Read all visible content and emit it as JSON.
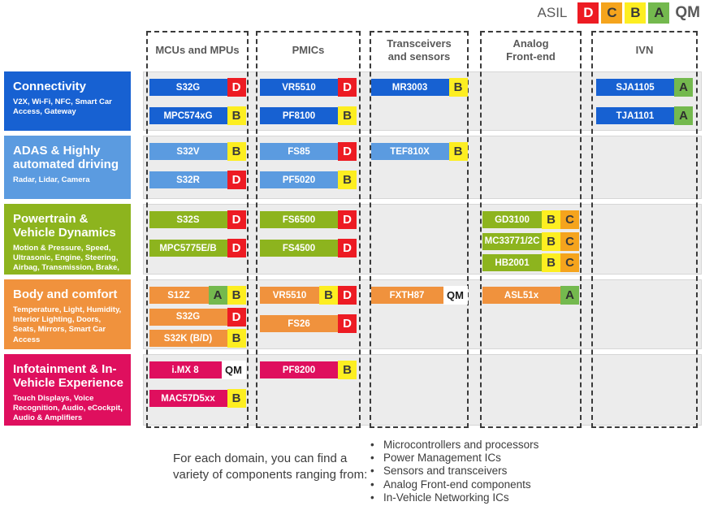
{
  "legend": {
    "label": "ASIL",
    "items": [
      "D",
      "C",
      "B",
      "A",
      "QM"
    ]
  },
  "asil_colors": {
    "D": {
      "bg": "#ed1b23",
      "fg": "#ffffff"
    },
    "C": {
      "bg": "#f5a41d",
      "fg": "#3a3a3a"
    },
    "B": {
      "bg": "#fdee21",
      "fg": "#3a3a3a"
    },
    "A": {
      "bg": "#74b94e",
      "fg": "#2f2f2f"
    },
    "QM": {
      "bg": "#ffffff",
      "fg": "#1a1a1a"
    }
  },
  "columns": [
    {
      "id": "mcus",
      "label": "MCUs and MPUs"
    },
    {
      "id": "pmics",
      "label": "PMICs"
    },
    {
      "id": "transceivers",
      "label": "Transceivers\nand sensors"
    },
    {
      "id": "afe",
      "label": "Analog\nFront-end"
    },
    {
      "id": "ivn",
      "label": "IVN"
    }
  ],
  "rows": [
    {
      "id": "connectivity",
      "title": "Connectivity",
      "subtitle": "V2X, Wi-Fi, NFC, Smart Car Access, Gateway",
      "color": "#1761d2",
      "cells": {
        "mcus": [
          {
            "name": "S32G",
            "badges": [
              "D"
            ]
          },
          {
            "name": "MPC574xG",
            "badges": [
              "B"
            ]
          }
        ],
        "pmics": [
          {
            "name": "VR5510",
            "badges": [
              "D"
            ]
          },
          {
            "name": "PF8100",
            "badges": [
              "B"
            ]
          }
        ],
        "transceivers": [
          {
            "name": "MR3003",
            "badges": [
              "B"
            ]
          }
        ],
        "afe": [],
        "ivn": [
          {
            "name": "SJA1105",
            "badges": [
              "A"
            ]
          },
          {
            "name": "TJA1101",
            "badges": [
              "A"
            ]
          }
        ]
      }
    },
    {
      "id": "adas",
      "title": "ADAS & Highly automated driving",
      "subtitle": "Radar, Lidar, Camera",
      "color": "#5b9be0",
      "cells": {
        "mcus": [
          {
            "name": "S32V",
            "badges": [
              "B"
            ]
          },
          {
            "name": "S32R",
            "badges": [
              "D"
            ]
          }
        ],
        "pmics": [
          {
            "name": "FS85",
            "badges": [
              "D"
            ]
          },
          {
            "name": "PF5020",
            "badges": [
              "B"
            ]
          }
        ],
        "transceivers": [
          {
            "name": "TEF810X",
            "badges": [
              "B"
            ]
          }
        ],
        "afe": [],
        "ivn": []
      }
    },
    {
      "id": "powertrain",
      "title": "Powertrain & Vehicle Dynamics",
      "subtitle": "Motion & Pressure, Speed, Ultrasonic, Engine, Steering, Airbag, Transmission, Brake, Suspension",
      "color": "#8db41e",
      "cells": {
        "mcus": [
          {
            "name": "S32S",
            "badges": [
              "D"
            ]
          },
          {
            "name": "MPC5775E/B",
            "badges": [
              "D"
            ]
          }
        ],
        "pmics": [
          {
            "name": "FS6500",
            "badges": [
              "D"
            ]
          },
          {
            "name": "FS4500",
            "badges": [
              "D"
            ]
          }
        ],
        "transceivers": [],
        "afe": [
          {
            "name": "GD3100",
            "badges": [
              "B",
              "C"
            ]
          },
          {
            "name": "MC33771/2C",
            "badges": [
              "B",
              "C"
            ]
          },
          {
            "name": "HB2001",
            "badges": [
              "B",
              "C"
            ]
          }
        ],
        "ivn": []
      }
    },
    {
      "id": "body-comfort",
      "title": "Body and comfort",
      "subtitle": "Temperature, Light, Humidity, Interior Lighting, Doors, Seats, Mirrors, Smart Car Access",
      "color": "#f0923d",
      "cells": {
        "mcus": [
          {
            "name": "S12Z",
            "badges": [
              "A",
              "B"
            ]
          },
          {
            "name": "S32G",
            "badges": [
              "D"
            ]
          },
          {
            "name": "S32K (B/D)",
            "badges": [
              "B"
            ]
          }
        ],
        "pmics": [
          {
            "name": "VR5510",
            "badges": [
              "B",
              "D"
            ]
          },
          {
            "name": "FS26",
            "badges": [
              "D"
            ]
          }
        ],
        "transceivers": [
          {
            "name": "FXTH87",
            "badges": [
              "QM"
            ]
          }
        ],
        "afe": [
          {
            "name": "ASL51x",
            "badges": [
              "A"
            ]
          }
        ],
        "ivn": []
      }
    },
    {
      "id": "infotainment",
      "title": "Infotainment & In-Vehicle Experience",
      "subtitle": "Touch Displays, Voice Recognition, Audio, eCockpit, Audio & Amplifiers",
      "color": "#df0f5e",
      "cells": {
        "mcus": [
          {
            "name": "i.MX 8",
            "badges": [
              "QM"
            ]
          },
          {
            "name": "MAC57D5xx",
            "badges": [
              "B"
            ]
          }
        ],
        "pmics": [
          {
            "name": "PF8200",
            "badges": [
              "B"
            ]
          }
        ],
        "transceivers": [],
        "afe": [],
        "ivn": []
      }
    }
  ],
  "footer": {
    "intro": "For each domain, you can find a variety of components ranging from:",
    "bullets": [
      "Microcontrollers and processors",
      "Power Management ICs",
      "Sensors and transceivers",
      "Analog Front-end components",
      "In-Vehicle Networking ICs"
    ]
  }
}
